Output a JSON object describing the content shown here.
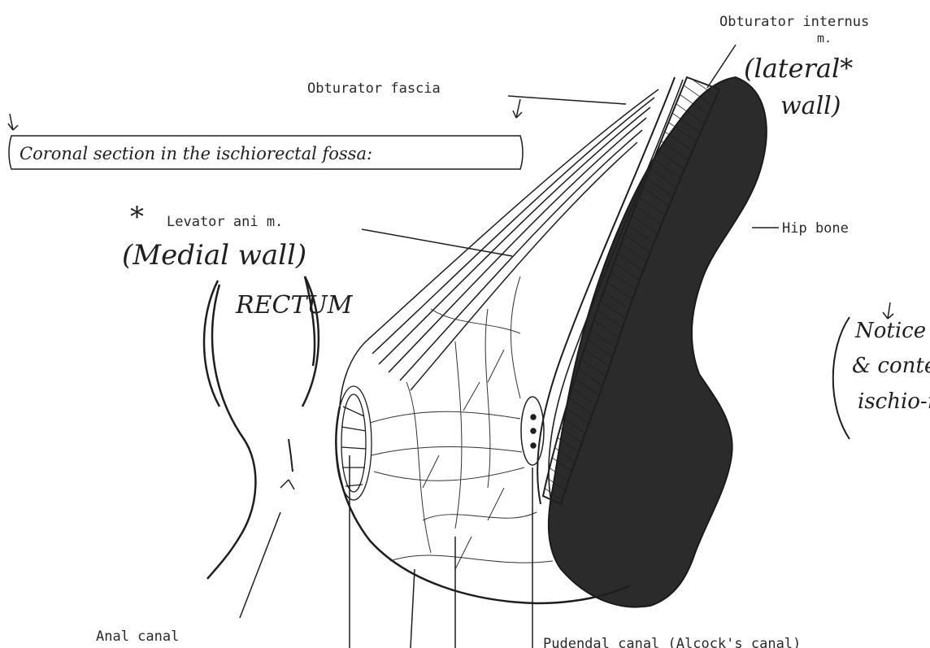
{
  "labels": {
    "obturator_internus_line1": "Obturator internus",
    "obturator_internus_line2": "m.",
    "lateral_wall_line1": "(lateral*",
    "lateral_wall_line2": "wall)",
    "obturator_fascia": "Obturator fascia",
    "title_box": "Coronal section in the ischiorectal fossa:",
    "levator_ani": "Levator ani m.",
    "asterisk": "*",
    "medial_wall": "(Medial wall)",
    "hip_bone": "Hip bone",
    "rectum": "RECTUM",
    "anal_canal": "Anal canal",
    "bottom_partial": "Pudendal canal (Alcock's canal)",
    "note_line1": "Notice th",
    "note_line2": "& content",
    "note_line3": "ischio-re"
  },
  "colors": {
    "ink": "#1e1e1e",
    "bone_fill": "#2b2b2b",
    "paper": "#ffffff"
  }
}
